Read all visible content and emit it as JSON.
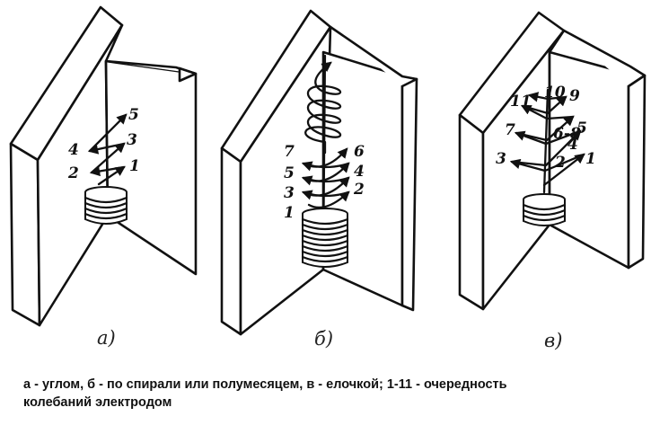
{
  "panels": [
    {
      "id": "a",
      "label": "а)",
      "numbers": [
        "1",
        "2",
        "3",
        "4",
        "5"
      ]
    },
    {
      "id": "b",
      "label": "б)",
      "numbers": [
        "1",
        "2",
        "3",
        "4",
        "5",
        "6",
        "7"
      ]
    },
    {
      "id": "c",
      "label": "в)",
      "numbers": [
        "1",
        "2",
        "3",
        "4",
        "5",
        "6-8",
        "7",
        "9",
        "10",
        "11"
      ]
    }
  ],
  "caption": {
    "line1": "а - углом, б - по спирали или полумесяцем, в - елочкой; 1-11 - очередность",
    "line2": "колебаний электродом"
  }
}
